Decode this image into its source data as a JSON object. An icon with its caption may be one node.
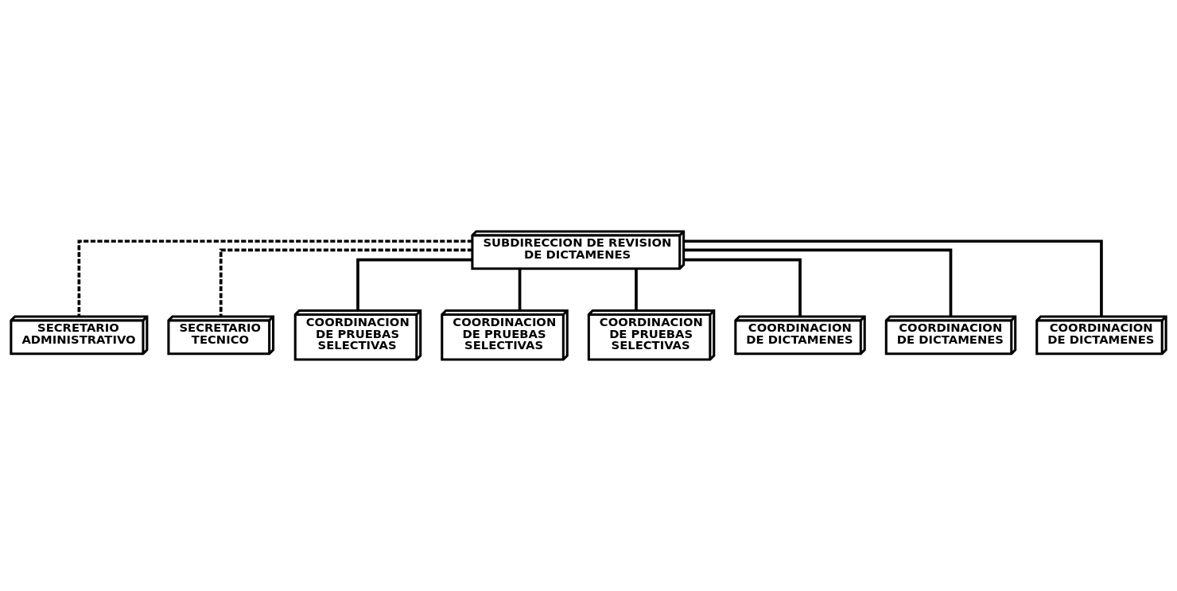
{
  "diagram": {
    "nodes": [
      {
        "text": [
          "SUBDIRECCION DE REVISION DE DICTAMENES"
        ]
      },
      {
        "text": [
          "SECRETARIO ADMINISTRATIVO"
        ]
      },
      {
        "text": [
          "SECRETARIO TECNICO"
        ]
      },
      {
        "text": [
          "COORDINACION DE PRUEBAS SELECTIVAS"
        ]
      },
      {
        "text": [
          "COORDINACION DE PRUEBAS SELECTIVAS"
        ]
      },
      {
        "text": [
          "COORDINACION DE PRUEBAS SELECTIVAS"
        ]
      },
      {
        "text": [
          "COORDINACION DE DICTAMENES"
        ]
      },
      {
        "text": [
          "COORDINACION DE DICTAMENES"
        ]
      },
      {
        "text": [
          "COORDINACION DE DICTAMENES"
        ]
      }
    ],
    "edges": [
      {
        "from": 0,
        "to": 1,
        "arrow": "none",
        "style": "dashed"
      },
      {
        "from": 0,
        "to": 2,
        "arrow": "none",
        "style": "dashed"
      },
      {
        "from": 0,
        "to": 3,
        "arrow": "none"
      },
      {
        "from": 0,
        "to": 4,
        "arrow": "none"
      },
      {
        "from": 0,
        "to": 5,
        "arrow": "none"
      },
      {
        "from": 0,
        "to": 6,
        "arrow": "none"
      },
      {
        "from": 0,
        "to": 7,
        "arrow": "none"
      },
      {
        "from": 0,
        "to": 8,
        "arrow": "none"
      }
    ]
  }
}
